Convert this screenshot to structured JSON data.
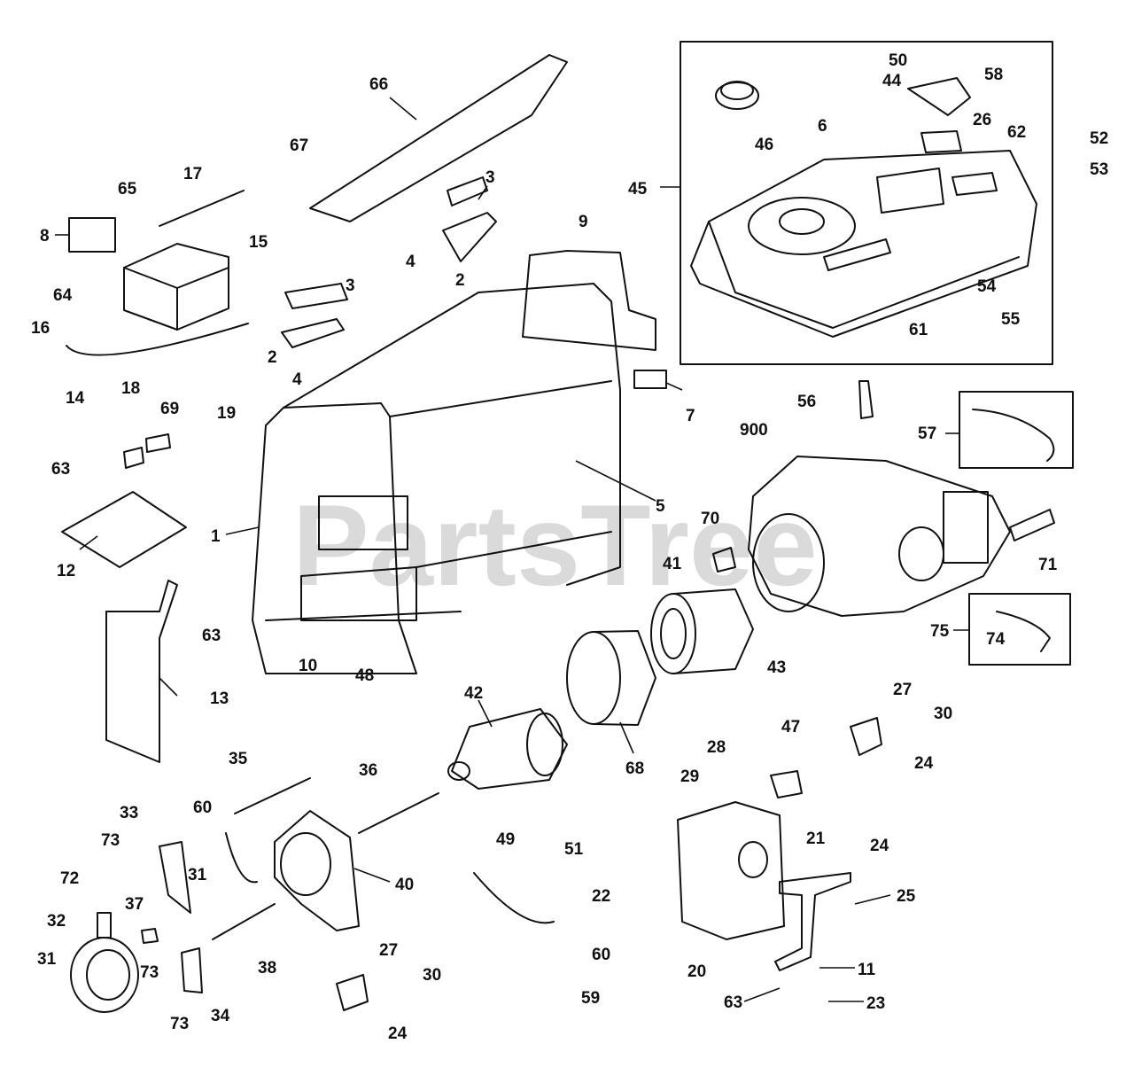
{
  "watermark": "PartsTree",
  "callouts": {
    "c1": "1",
    "c2a": "2",
    "c2b": "2",
    "c3a": "3",
    "c3b": "3",
    "c4a": "4",
    "c4b": "4",
    "c5": "5",
    "c6": "6",
    "c7": "7",
    "c8": "8",
    "c9": "9",
    "c10": "10",
    "c11": "11",
    "c12": "12",
    "c13": "13",
    "c14": "14",
    "c15": "15",
    "c16": "16",
    "c17": "17",
    "c18": "18",
    "c19": "19",
    "c20": "20",
    "c21": "21",
    "c22": "22",
    "c23": "23",
    "c24a": "24",
    "c24b": "24",
    "c24c": "24",
    "c25": "25",
    "c26": "26",
    "c27a": "27",
    "c27b": "27",
    "c28": "28",
    "c29": "29",
    "c30a": "30",
    "c30b": "30",
    "c31a": "31",
    "c31b": "31",
    "c32": "32",
    "c33": "33",
    "c34": "34",
    "c35": "35",
    "c36": "36",
    "c37": "37",
    "c38": "38",
    "c40": "40",
    "c41": "41",
    "c42": "42",
    "c43": "43",
    "c44": "44",
    "c45": "45",
    "c46": "46",
    "c47": "47",
    "c48": "48",
    "c49": "49",
    "c50": "50",
    "c51": "51",
    "c52": "52",
    "c53": "53",
    "c54": "54",
    "c55": "55",
    "c56": "56",
    "c57": "57",
    "c58": "58",
    "c59": "59",
    "c60a": "60",
    "c60b": "60",
    "c61": "61",
    "c62": "62",
    "c63a": "63",
    "c63b": "63",
    "c63c": "63",
    "c64": "64",
    "c65": "65",
    "c66": "66",
    "c67": "67",
    "c68": "68",
    "c69": "69",
    "c70": "70",
    "c71": "71",
    "c72": "72",
    "c73a": "73",
    "c73b": "73",
    "c73c": "73",
    "c74": "74",
    "c75": "75",
    "c900": "900"
  }
}
